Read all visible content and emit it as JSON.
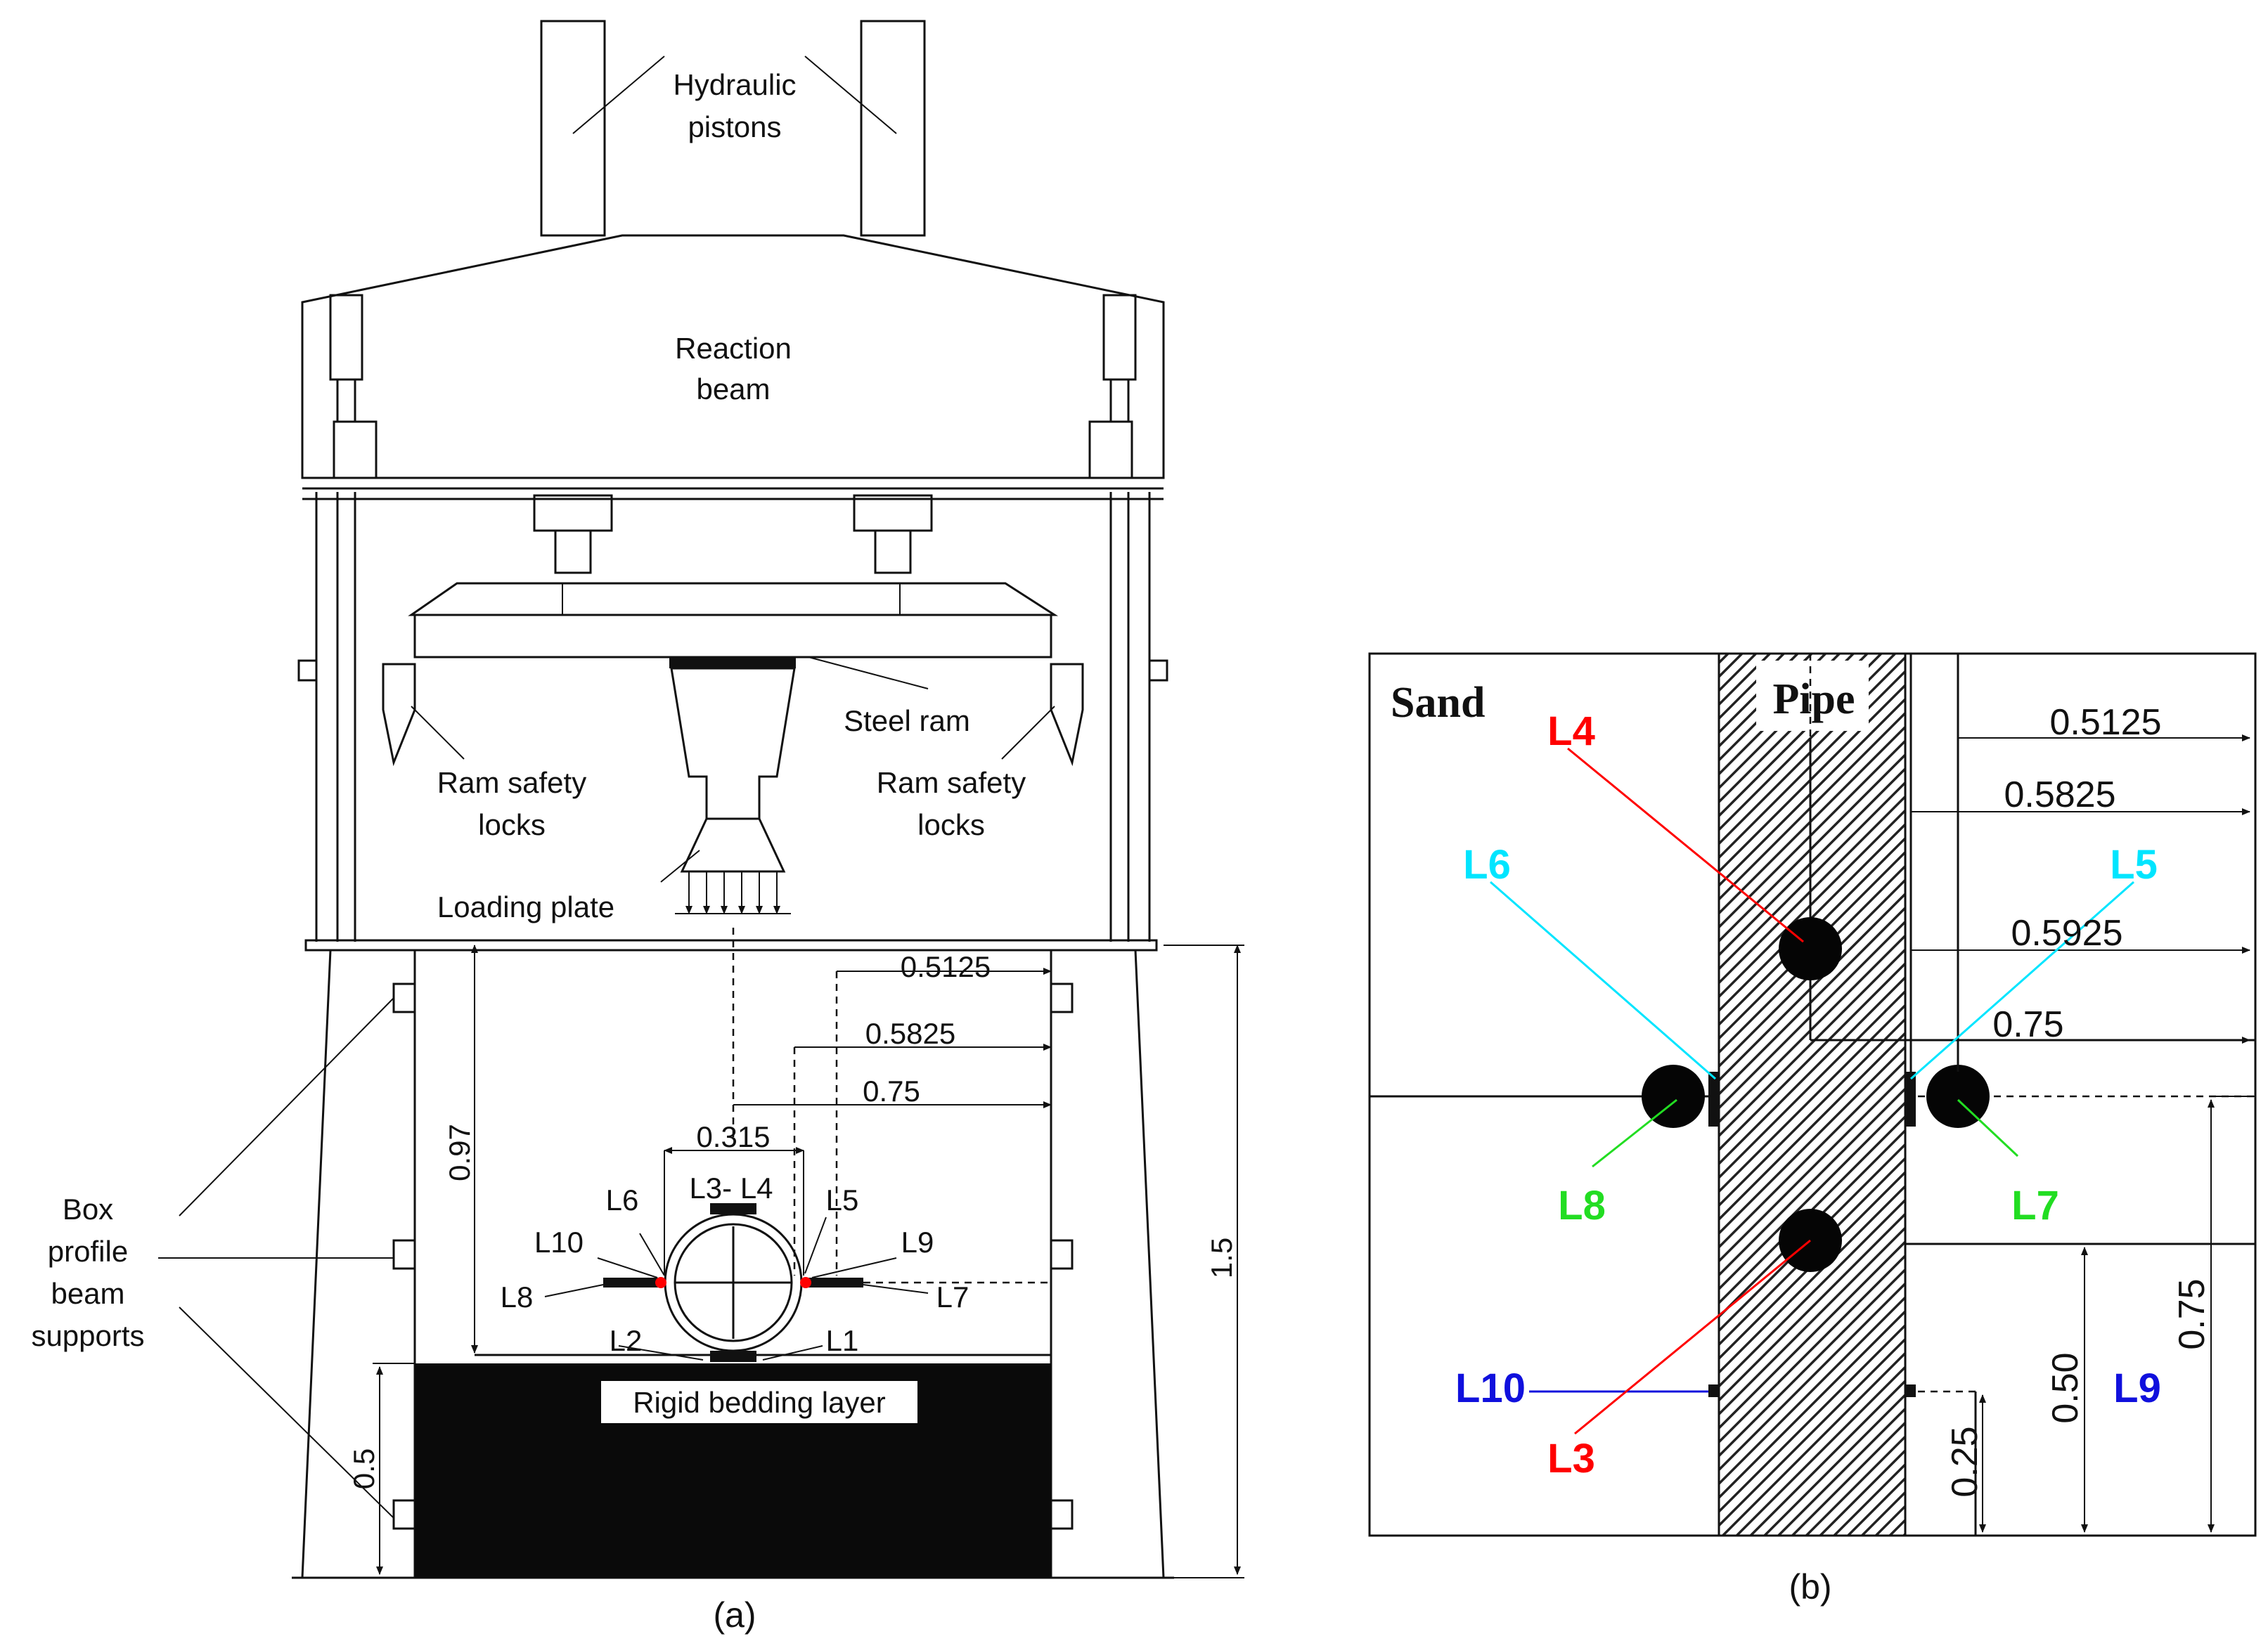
{
  "panel_a": {
    "caption": "(a)",
    "labels": {
      "hydraulic_1": "Hydraulic",
      "hydraulic_2": "pistons",
      "reaction_1": "Reaction",
      "reaction_2": "beam",
      "steel_ram": "Steel ram",
      "ram_locks_1": "Ram safety",
      "ram_locks_2": "locks",
      "loading_plate": "Loading plate",
      "box_1": "Box",
      "box_2": "profile",
      "box_3": "beam",
      "box_4": "supports",
      "bedding": "Rigid bedding layer"
    },
    "dimensions": {
      "d_05125": "0.5125",
      "d_05825": "0.5825",
      "d_075": "0.75",
      "d_0315": "0.315",
      "d_097": "0.97",
      "d_15": "1.5",
      "d_05": "0.5"
    },
    "sensors": {
      "l3l4": "L3- L4",
      "l6": "L6",
      "l5": "L5",
      "l10": "L10",
      "l9": "L9",
      "l8": "L8",
      "l7": "L7",
      "l2": "L2",
      "l1": "L1"
    }
  },
  "panel_b": {
    "caption": "(b)",
    "labels": {
      "sand": "Sand",
      "pipe": "Pipe"
    },
    "dimensions": {
      "d_05125": "0.5125",
      "d_05825": "0.5825",
      "d_05925": "0.5925",
      "d_075": "0.75",
      "d_075v": "0.75",
      "d_050": "0.50",
      "d_025": "0.25"
    },
    "sensors": {
      "l4": "L4",
      "l6": "L6",
      "l5": "L5",
      "l8": "L8",
      "l7": "L7",
      "l10": "L10",
      "l3": "L3",
      "l9": "L9"
    },
    "colors": {
      "red": "#ff0000",
      "cyan": "#00e5ff",
      "green": "#22dd22",
      "blue": "#1010dd"
    }
  }
}
